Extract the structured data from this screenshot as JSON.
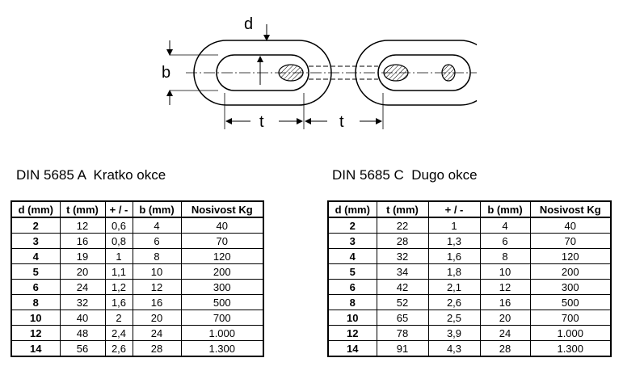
{
  "diagram": {
    "label_d": "d",
    "label_b": "b",
    "label_t1": "t",
    "label_t2": "t"
  },
  "section_a": {
    "title": "DIN 5685 A  Kratko okce",
    "headers": [
      "d (mm)",
      "t (mm)",
      "+ / -",
      "b (mm)",
      "Nosivost Kg"
    ],
    "rows": [
      [
        "2",
        "12",
        "0,6",
        "4",
        "40"
      ],
      [
        "3",
        "16",
        "0,8",
        "6",
        "70"
      ],
      [
        "4",
        "19",
        "1",
        "8",
        "120"
      ],
      [
        "5",
        "20",
        "1,1",
        "10",
        "200"
      ],
      [
        "6",
        "24",
        "1,2",
        "12",
        "300"
      ],
      [
        "8",
        "32",
        "1,6",
        "16",
        "500"
      ],
      [
        "10",
        "40",
        "2",
        "20",
        "700"
      ],
      [
        "12",
        "48",
        "2,4",
        "24",
        "1.000"
      ],
      [
        "14",
        "56",
        "2,6",
        "28",
        "1.300"
      ]
    ]
  },
  "section_c": {
    "title": "DIN 5685 C  Dugo okce",
    "headers": [
      "d (mm)",
      "t (mm)",
      "+ / -",
      "b (mm)",
      "Nosivost Kg"
    ],
    "rows": [
      [
        "2",
        "22",
        "1",
        "4",
        "40"
      ],
      [
        "3",
        "28",
        "1,3",
        "6",
        "70"
      ],
      [
        "4",
        "32",
        "1,6",
        "8",
        "120"
      ],
      [
        "5",
        "34",
        "1,8",
        "10",
        "200"
      ],
      [
        "6",
        "42",
        "2,1",
        "12",
        "300"
      ],
      [
        "8",
        "52",
        "2,6",
        "16",
        "500"
      ],
      [
        "10",
        "65",
        "2,5",
        "20",
        "700"
      ],
      [
        "12",
        "78",
        "3,9",
        "24",
        "1.000"
      ],
      [
        "14",
        "91",
        "4,3",
        "28",
        "1.300"
      ]
    ]
  }
}
